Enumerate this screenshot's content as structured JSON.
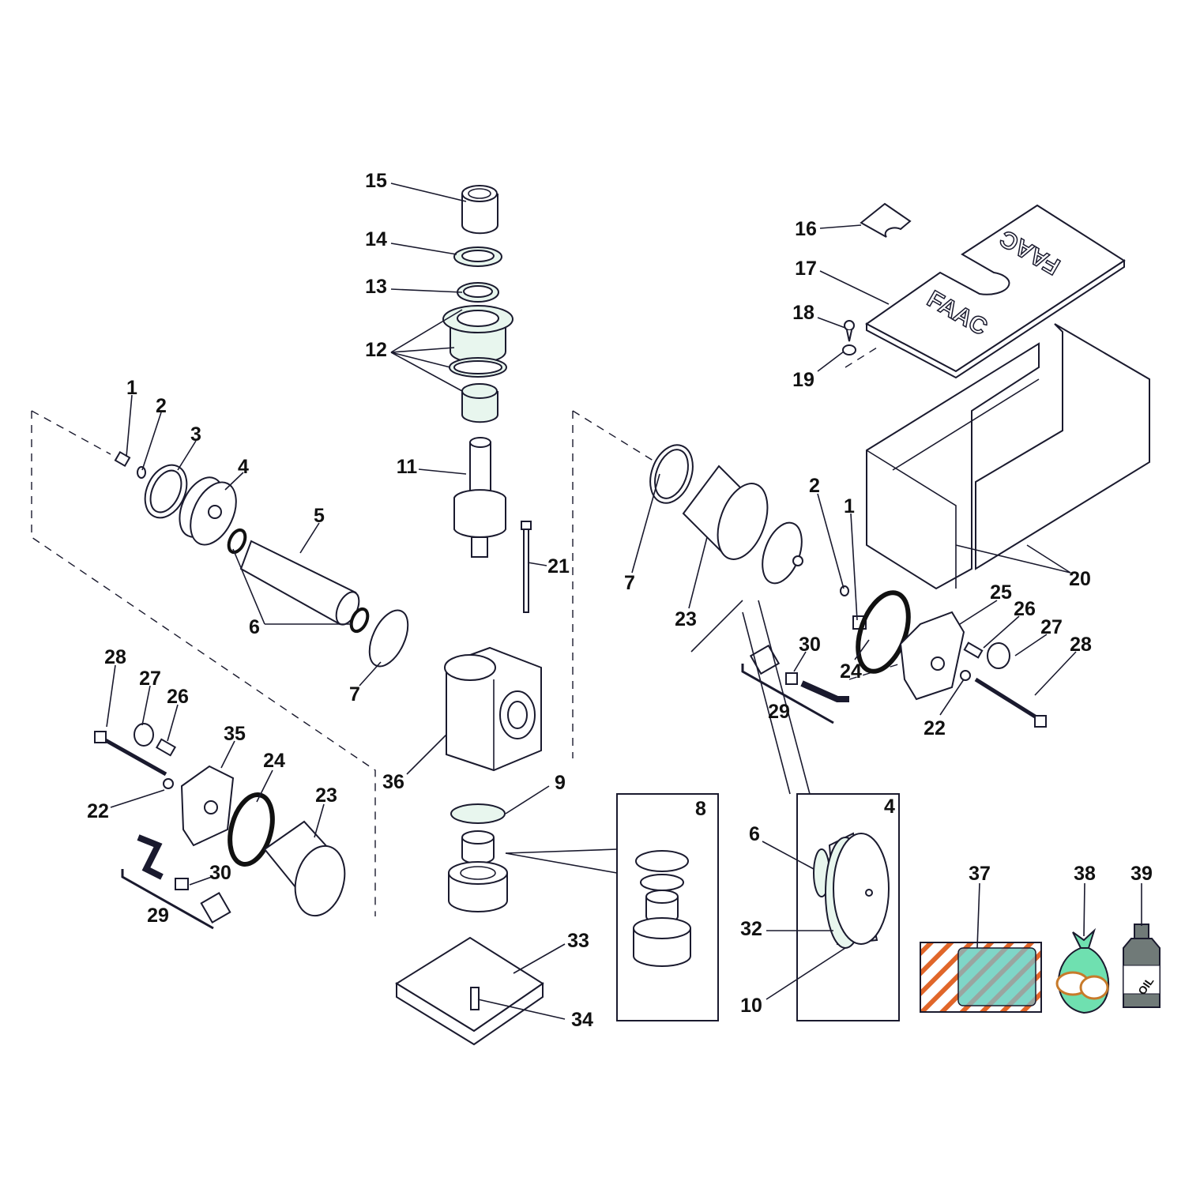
{
  "diagram": {
    "type": "exploded-parts-diagram",
    "logo_text": "FAAC",
    "oil_label": "OIL",
    "callouts": [
      "15",
      "14",
      "13",
      "12",
      "11",
      "1",
      "2",
      "3",
      "4",
      "5",
      "6",
      "7",
      "21",
      "36",
      "9",
      "8",
      "33",
      "34",
      "4",
      "6",
      "32",
      "10",
      "37",
      "38",
      "39",
      "16",
      "17",
      "18",
      "19",
      "20",
      "7",
      "23",
      "2",
      "1",
      "25",
      "26",
      "27",
      "28",
      "24",
      "30",
      "29",
      "22",
      "28",
      "27",
      "26",
      "35",
      "24",
      "23",
      "22",
      "30",
      "29"
    ],
    "colors": {
      "line": "#1a1a2e",
      "seal_tint": "#e8f6ee",
      "kit_bag": "#6fe0b0",
      "kit_box_stripe": "#e0662a",
      "kit_label": "#7fd6c8",
      "bottle": "#707a78"
    }
  }
}
